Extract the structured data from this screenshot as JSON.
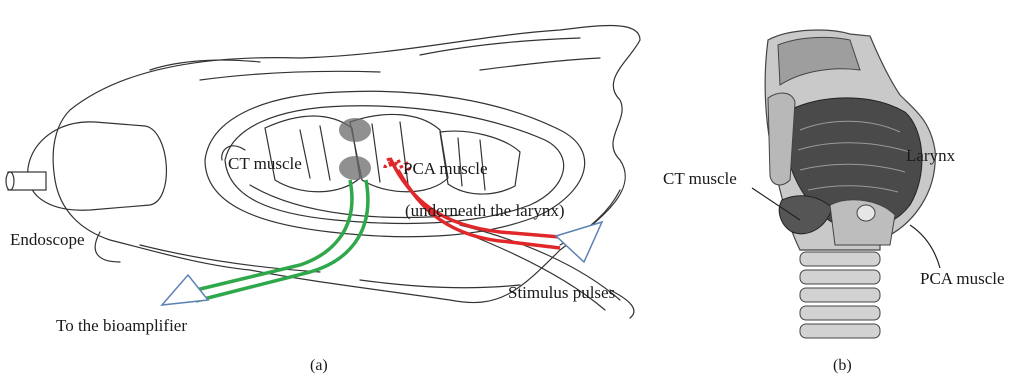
{
  "panel_a": {
    "labels": {
      "endoscope": "Endoscope",
      "ct_muscle": "CT muscle",
      "pca_muscle": "PCA muscle",
      "underneath": "(underneath the larynx)",
      "stimulus": "Stimulus pulses",
      "bioamplifier": "To the bioamplifier"
    },
    "caption": "(a)",
    "colors": {
      "recording_leads": "#2ea84a",
      "stimulus_leads": "#e0272a",
      "electrode_outline": "#5b82b5"
    }
  },
  "panel_b": {
    "labels": {
      "larynx": "Larynx",
      "ct_muscle": "CT muscle",
      "pca_muscle": "PCA muscle"
    },
    "caption": "(b)"
  }
}
